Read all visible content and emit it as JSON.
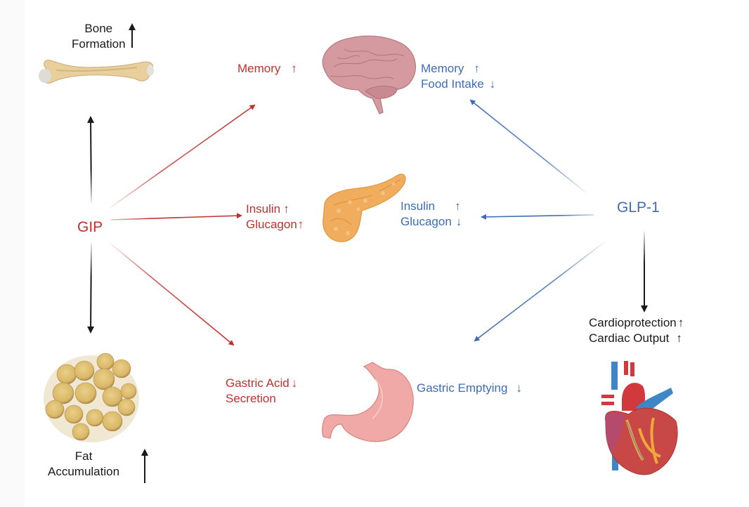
{
  "colors": {
    "gip": "#c0312e",
    "glp1": "#3d6db5",
    "neutral": "#1a1a1a"
  },
  "hubs": {
    "gip": "GIP",
    "glp1": "GLP-1"
  },
  "gip_effects": {
    "bone": {
      "line1": "Bone",
      "line2": "Formation",
      "direction": "up"
    },
    "memory": {
      "label": "Memory",
      "direction": "up"
    },
    "pancreas": {
      "line1": "Insulin",
      "line2": "Glucagon",
      "directions": [
        "up",
        "up"
      ]
    },
    "stomach": {
      "line1": "Gastric Acid",
      "line2": "Secretion",
      "direction": "down"
    },
    "fat": {
      "line1": "Fat",
      "line2": "Accumulation",
      "direction": "up"
    }
  },
  "glp1_effects": {
    "brain": {
      "line1": "Memory",
      "line2": "Food Intake",
      "directions": [
        "up",
        "down"
      ]
    },
    "pancreas": {
      "line1": "Insulin",
      "line2": "Glucagon",
      "directions": [
        "up",
        "down"
      ]
    },
    "stomach": {
      "label": "Gastric Emptying",
      "direction": "down"
    },
    "heart": {
      "line1": "Cardioprotection",
      "line2": "Cardiac Output",
      "directions": [
        "up",
        "up"
      ]
    }
  },
  "organs": [
    "bone-icon",
    "brain-icon",
    "pancreas-icon",
    "stomach-icon",
    "adipose-tissue-icon",
    "heart-icon"
  ]
}
